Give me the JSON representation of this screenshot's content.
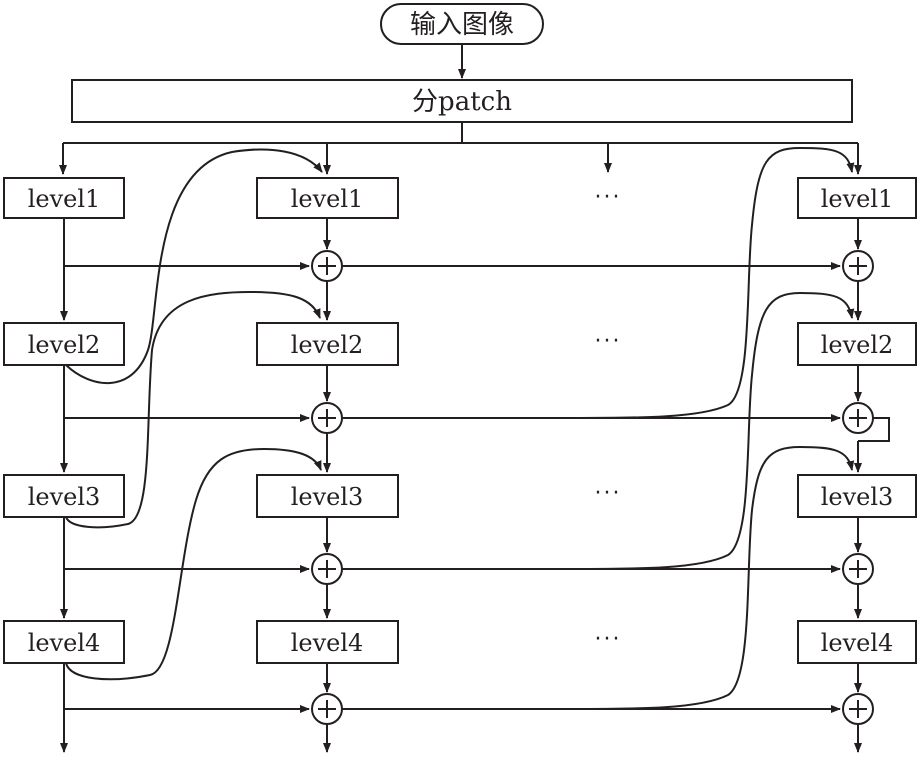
{
  "input_label": "输入图像",
  "patch_label": "分patch",
  "levels": [
    "level1",
    "level2",
    "level3",
    "level4"
  ],
  "ellipsis": "···",
  "colors": {
    "ink": "#231f20",
    "background": "#ffffff"
  }
}
